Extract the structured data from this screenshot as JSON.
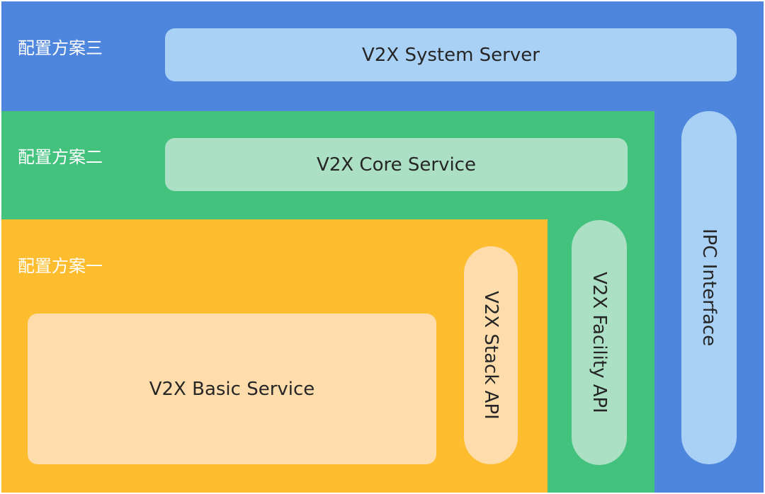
{
  "schemes": {
    "three": "配置方案三",
    "two": "配置方案二",
    "one": "配置方案一"
  },
  "components": {
    "system_server": "V2X System Server",
    "core_service": "V2X Core Service",
    "basic_service": "V2X Basic Service",
    "stack_api": "V2X Stack API",
    "facility_api": "V2X Facility API",
    "ipc_interface": "IPC Interface"
  },
  "colors": {
    "scheme_three": "#4d86dc",
    "scheme_two": "#43c27e",
    "scheme_one": "#febd2e",
    "box_blue": "#a9d0f5",
    "box_green": "#ace0c4",
    "box_peach": "#fedcab"
  }
}
